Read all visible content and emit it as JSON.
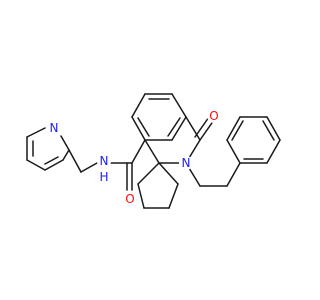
{
  "structure": {
    "colors": {
      "bond": "#1a1a1a",
      "carbon": "#1a1a1a",
      "nitrogen": "#2020ff",
      "oxygen": "#ff0d0d",
      "background": "#ffffff"
    },
    "labels": {
      "pyridine_n": "N",
      "amide_nh": "N",
      "amide_h": "H",
      "amide_o": "O",
      "lactam_n": "N",
      "lactam_o": "O"
    }
  }
}
